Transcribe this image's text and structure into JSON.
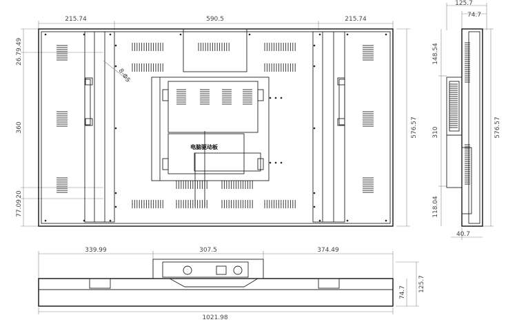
{
  "front": {
    "top_dims": [
      "215.74",
      "590.5",
      "215.74"
    ],
    "left_dims": [
      "26.79.49",
      "360",
      "77.09",
      "20"
    ],
    "right_dim": "576.57",
    "hole_label": "8-Φ5",
    "board_label": "电脑驱动板"
  },
  "side": {
    "top_dims": [
      "125.7",
      "74.7"
    ],
    "left_dims": [
      "148.54",
      "310",
      "118.04"
    ],
    "right_dim": "576.57",
    "bottom_dim": "40.7"
  },
  "bottom": {
    "top_dims": [
      "339.99",
      "307.5",
      "374.49"
    ],
    "right_dims": [
      "125.7",
      "74.7"
    ],
    "width_dim": "1021.98"
  }
}
